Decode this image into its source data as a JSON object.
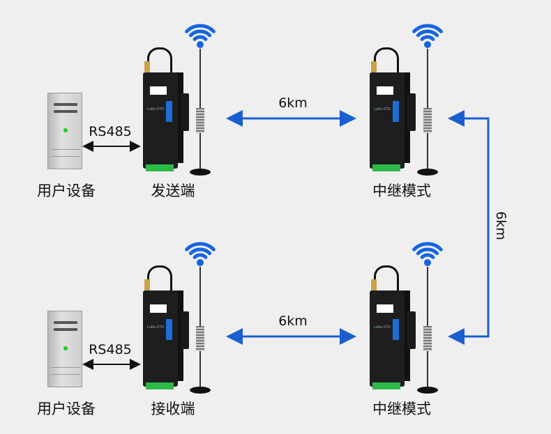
{
  "colors": {
    "background": "#efefef",
    "link_arrow": "#1a5fd0",
    "wifi": "#1565e0"
  },
  "top_row": {
    "pc_label": "用户设备",
    "interface_label": "RS485",
    "device_label": "发送端",
    "distance_label": "6km",
    "repeater_label": "中继模式"
  },
  "bottom_row": {
    "pc_label": "用户设备",
    "interface_label": "RS485",
    "device_label": "接收端",
    "distance_label": "6km",
    "repeater_label": "中继模式"
  },
  "vertical_link_label": "6km",
  "device_text": "LoRa DTU",
  "icons": [
    "computer-tower-icon",
    "lora-dtu-device-icon",
    "antenna-icon",
    "wifi-signal-icon"
  ]
}
